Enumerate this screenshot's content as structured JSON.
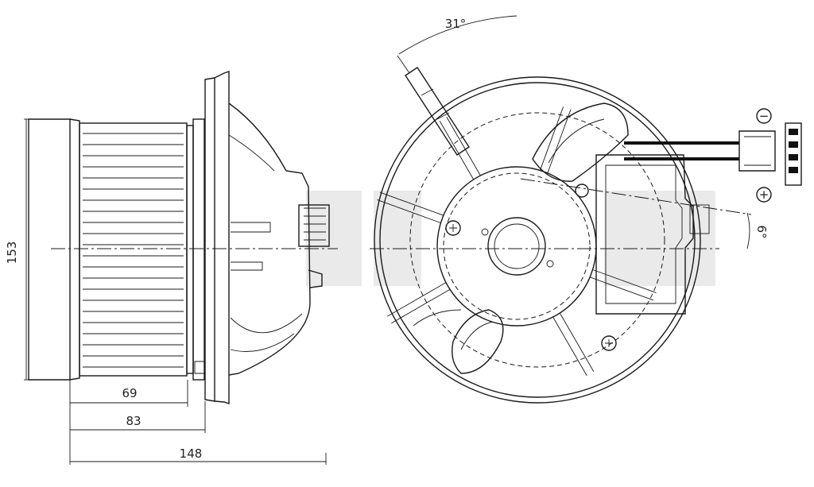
{
  "dimensions": {
    "height_label": "153",
    "depth_1_label": "69",
    "depth_2_label": "83",
    "depth_3_label": "148",
    "angle_top_label": "31°",
    "angle_right_label": "6°"
  },
  "polarity": {
    "negative_symbol": "−",
    "positive_symbol": "+"
  }
}
